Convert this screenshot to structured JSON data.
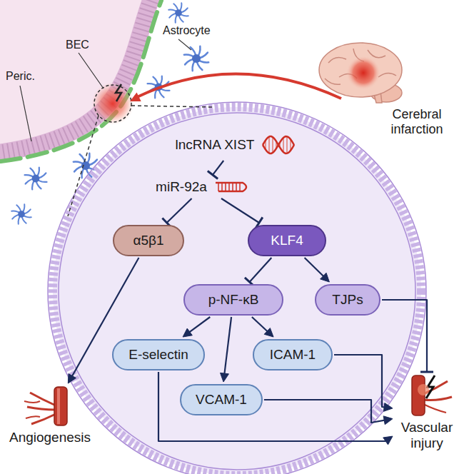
{
  "diagram": {
    "nodes": [
      {
        "text": [
          "lncRNA XIST"
        ]
      },
      {
        "text": [
          "miR-92a"
        ]
      },
      {
        "text": [
          "α5β1"
        ]
      },
      {
        "text": [
          "KLF4"
        ]
      },
      {
        "text": [
          "p-NF-κB"
        ]
      },
      {
        "text": [
          "TJPs"
        ]
      },
      {
        "text": [
          "E-selectin"
        ]
      },
      {
        "text": [
          "ICAM-1"
        ]
      },
      {
        "text": [
          "VCAM-1"
        ]
      },
      {
        "text": [
          "Angiogenesis"
        ]
      },
      {
        "text": [
          "Vascular injury"
        ]
      }
    ],
    "edges": [
      {
        "from": 0,
        "to": 1,
        "arrow": "to"
      },
      {
        "from": 1,
        "to": 2,
        "arrow": "to"
      },
      {
        "from": 1,
        "to": 3,
        "arrow": "to"
      },
      {
        "from": 3,
        "to": 4,
        "arrow": "to"
      },
      {
        "from": 3,
        "to": 5,
        "arrow": "to"
      },
      {
        "from": 4,
        "to": 6,
        "arrow": "to"
      },
      {
        "from": 4,
        "to": 8,
        "arrow": "to"
      },
      {
        "from": 4,
        "to": 7,
        "arrow": "to"
      },
      {
        "from": 2,
        "to": 9,
        "arrow": "to"
      },
      {
        "from": 5,
        "to": 10,
        "arrow": "to"
      },
      {
        "from": 6,
        "to": 10,
        "arrow": "to"
      },
      {
        "from": 7,
        "to": 10,
        "arrow": "to"
      },
      {
        "from": 8,
        "to": 10,
        "arrow": "to"
      }
    ],
    "labels": [
      "BEC",
      "Astrocyte",
      "Peric.",
      "Cerebral infarction"
    ]
  }
}
